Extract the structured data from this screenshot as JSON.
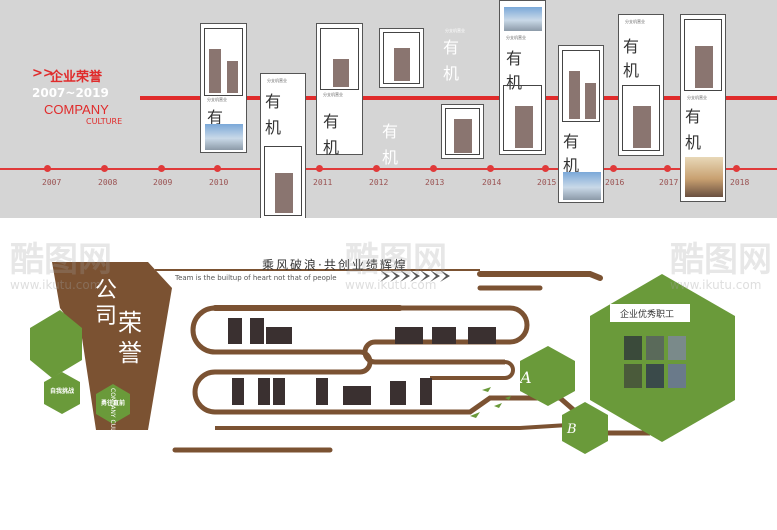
{
  "header": {
    "title_cn": "企业荣誉",
    "year_range": "2007~2019",
    "title_en": "COMPANY",
    "subtitle_en": "CULTURE"
  },
  "timeline": {
    "years": [
      "2007",
      "2008",
      "2009",
      "2010",
      "2011",
      "2012",
      "2013",
      "2014",
      "2015",
      "2016",
      "2017",
      "2018"
    ]
  },
  "cards": {
    "caption": "分支机营业",
    "big": "有",
    "big2": "机"
  },
  "culture": {
    "slogan": "乘风破浪·共创业绩辉煌",
    "slogan_en": "Team is the builtup of heart not that of people",
    "vertical_title_1": "公司",
    "vertical_title_2": "荣誉",
    "vertical_en": "COMPANY CULTURE",
    "hex_left": "自我挑战",
    "hex_mid": "勇往直前",
    "staff_title": "企业优秀职工",
    "letter_a": "A",
    "letter_b": "B"
  },
  "watermark": {
    "brand": "酷图网",
    "url": "www.ikutu.com"
  },
  "colors": {
    "red": "#e02b2b",
    "brown": "#7b5232",
    "green": "#6a9a3a",
    "bar": "#8a7570",
    "dark_bar": "#3a3030",
    "gray_bg": "#d5d5d5"
  }
}
